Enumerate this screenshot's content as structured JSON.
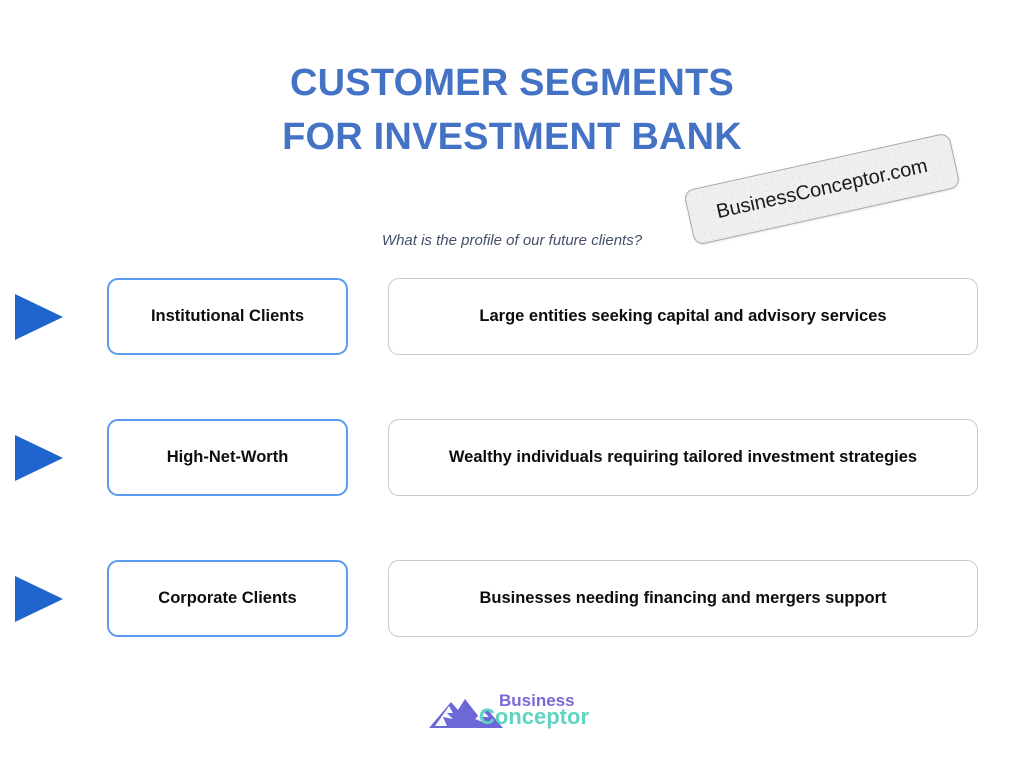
{
  "slide": {
    "title_line1": "CUSTOMER SEGMENTS",
    "title_line2": "FOR INVESTMENT BANK",
    "subtitle": "What is the profile of our future clients?",
    "title_color": "#4472C4",
    "arrow_color": "#2065CE",
    "label_border_color": "#5B9BF0",
    "desc_border_color": "#C9C9C9",
    "background_color": "#FFFFFF"
  },
  "watermark": {
    "text": "BusinessConceptor.com",
    "background_color": "#EFEFEF",
    "border_color": "#A9A9A9",
    "rotation_deg": -12.5
  },
  "rows": [
    {
      "label": "Institutional Clients",
      "description": "Large entities seeking capital and advisory services"
    },
    {
      "label": "High-Net-Worth",
      "description": "Wealthy individuals requiring tailored investment strategies"
    },
    {
      "label": "Corporate Clients",
      "description": "Businesses needing financing and mergers support"
    }
  ],
  "logo": {
    "word1": "Business",
    "word2": "Conceptor",
    "word1_color": "#7B68D4",
    "word2_color": "#5FD4C0",
    "mountain_color": "#6C68D8"
  }
}
